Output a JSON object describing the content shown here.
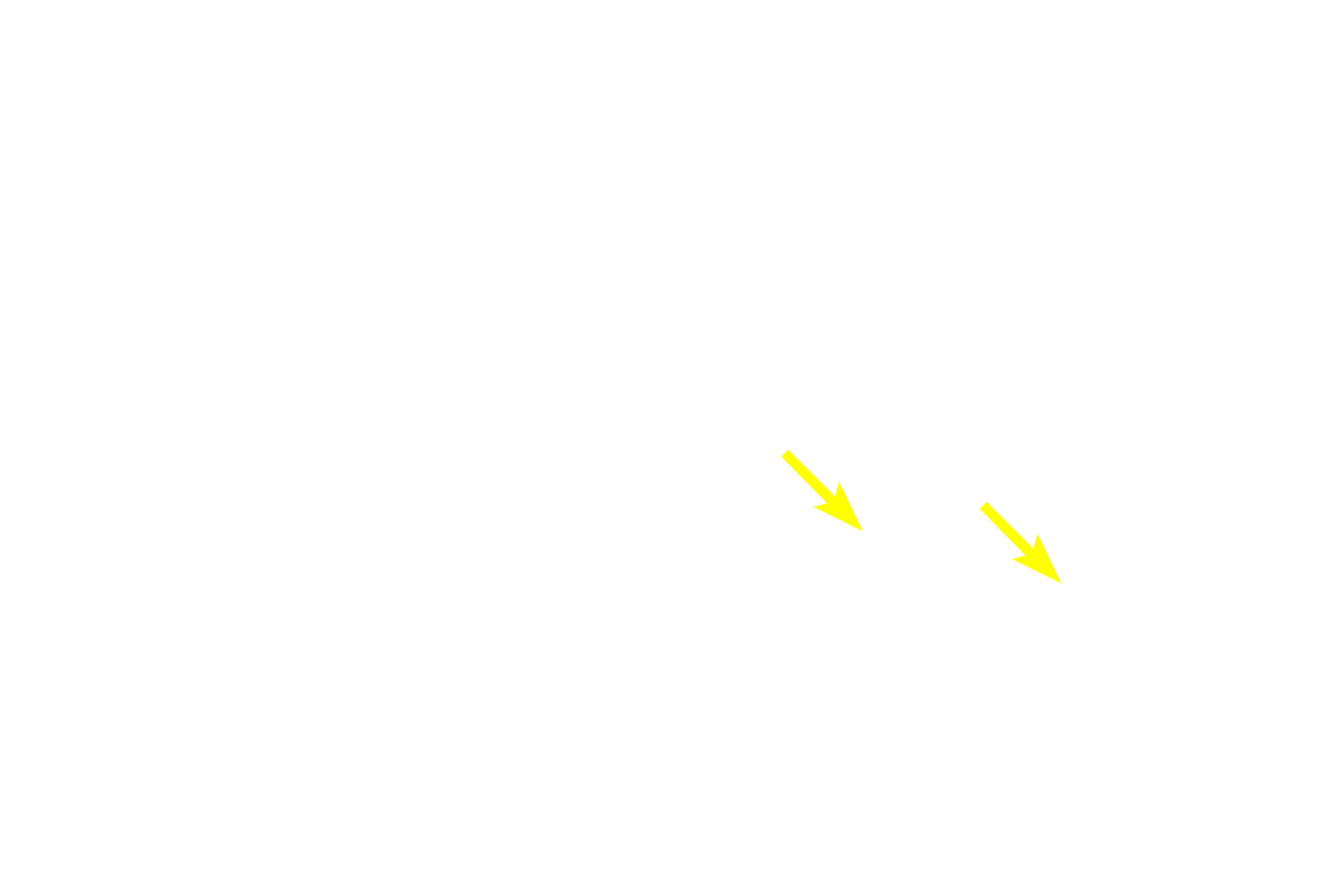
{
  "background_color": "#ffffff",
  "annotations": [
    {
      "type": "arrow",
      "direction": "down-right",
      "color": "#ffff00"
    },
    {
      "type": "arrow",
      "direction": "down-right",
      "color": "#ffff00"
    }
  ]
}
